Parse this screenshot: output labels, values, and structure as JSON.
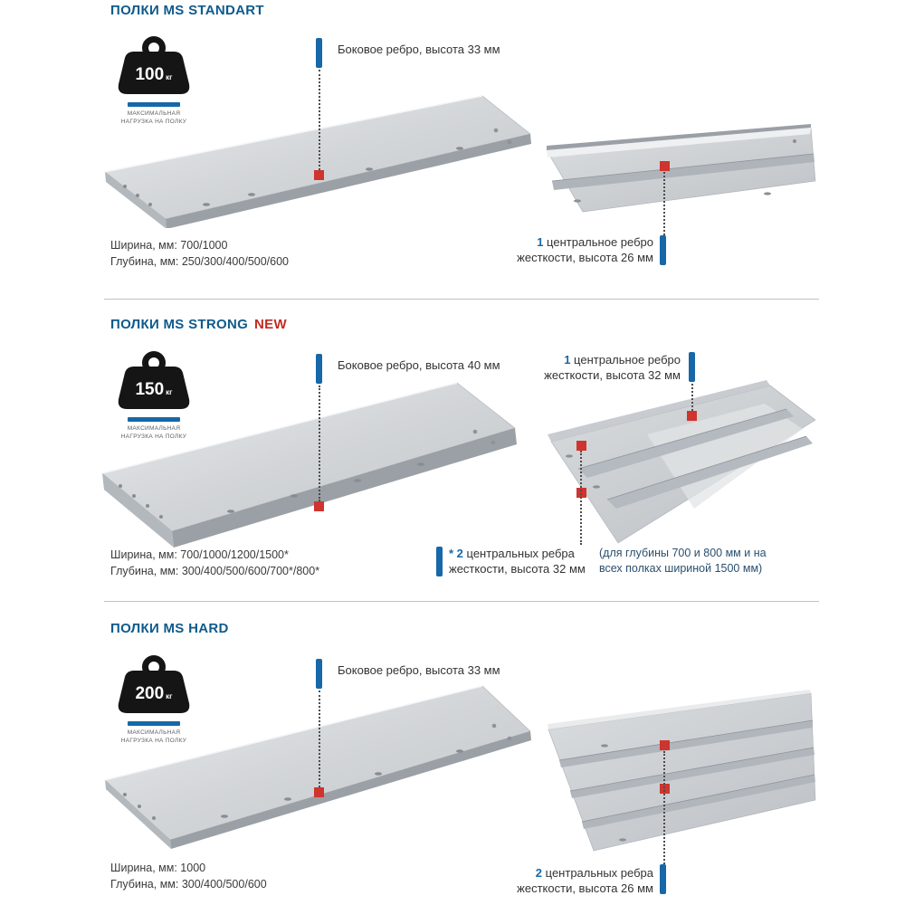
{
  "page": {
    "colors": {
      "heading_blue": "#0f5a8c",
      "accent_blue": "#1668a8",
      "marker_red": "#cf342e",
      "new_red": "#c42a21"
    }
  },
  "sections": [
    {
      "title": "ПОЛКИ MS STANDART",
      "load_value": "100",
      "load_unit": "кг",
      "load_caption_line1": "МАКСИМАЛЬНАЯ",
      "load_caption_line2": "НАГРУЗКА НА ПОЛКУ",
      "side_rib_label": "Боковое ребро, высота 33 мм",
      "center_rib_num": "1",
      "center_rib_line1": "центральное ребро",
      "center_rib_line2": "жесткости, высота 26 мм",
      "width_label": "Ширина, мм: 700/1000",
      "depth_label": "Глубина, мм: 250/300/400/500/600"
    },
    {
      "title": "ПОЛКИ MS STRONG",
      "badge": "NEW",
      "load_value": "150",
      "load_unit": "кг",
      "load_caption_line1": "МАКСИМАЛЬНАЯ",
      "load_caption_line2": "НАГРУЗКА НА ПОЛКУ",
      "side_rib_label": "Боковое ребро, высота 40 мм",
      "center_rib_num": "1",
      "center_rib_line1": "центральное ребро",
      "center_rib_line2": "жесткости, высота 32 мм",
      "star_num": "* 2",
      "star_line1": "центральных ребра",
      "star_line2": "жесткости, высота 32 мм",
      "paren_line1": "(для глубины 700 и 800 мм и на",
      "paren_line2": "всех полках шириной 1500 мм)",
      "width_label": "Ширина, мм: 700/1000/1200/1500*",
      "depth_label": "Глубина, мм: 300/400/500/600/700*/800*"
    },
    {
      "title": "ПОЛКИ MS HARD",
      "load_value": "200",
      "load_unit": "кг",
      "load_caption_line1": "МАКСИМАЛЬНАЯ",
      "load_caption_line2": "НАГРУЗКА НА ПОЛКУ",
      "side_rib_label": "Боковое ребро, высота 33 мм",
      "center_rib_num": "2",
      "center_rib_line1": "центральных ребра",
      "center_rib_line2": "жесткости, высота 26 мм",
      "width_label": "Ширина, мм: 1000",
      "depth_label": "Глубина, мм: 300/400/500/600"
    }
  ]
}
